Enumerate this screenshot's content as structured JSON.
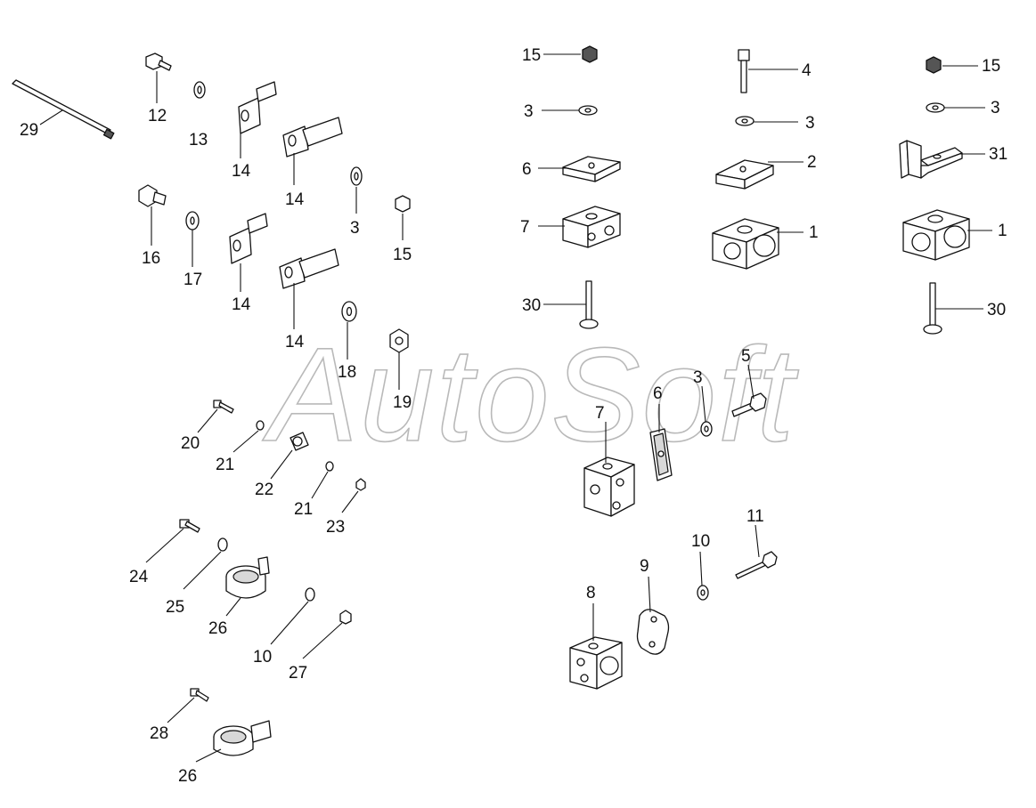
{
  "watermark": {
    "text": "AutoSoft"
  },
  "colors": {
    "ink": "#111111",
    "watermark": "#b9b9b9",
    "background": "#ffffff"
  },
  "callouts": {
    "l29": "29",
    "l12": "12",
    "l13": "13",
    "l14a": "14",
    "l14b": "14",
    "l14c": "14",
    "l14d": "14",
    "l16": "16",
    "l17": "17",
    "l3a": "3",
    "l15a": "15",
    "l18": "18",
    "l19": "19",
    "l20": "20",
    "l21a": "21",
    "l22": "22",
    "l21b": "21",
    "l23": "23",
    "l24": "24",
    "l25": "25",
    "l26a": "26",
    "l10a": "10",
    "l27": "27",
    "l28": "28",
    "l26b": "26",
    "l15b": "15",
    "l3b": "3",
    "l6a": "6",
    "l7a": "7",
    "l30a": "30",
    "l4": "4",
    "l3c": "3",
    "l2": "2",
    "l1a": "1",
    "l15c": "15",
    "l3d": "3",
    "l31": "31",
    "l1b": "1",
    "l30b": "30",
    "l5": "5",
    "l3e": "3",
    "l6b": "6",
    "l7b": "7",
    "l11": "11",
    "l10b": "10",
    "l9": "9",
    "l8": "8"
  }
}
